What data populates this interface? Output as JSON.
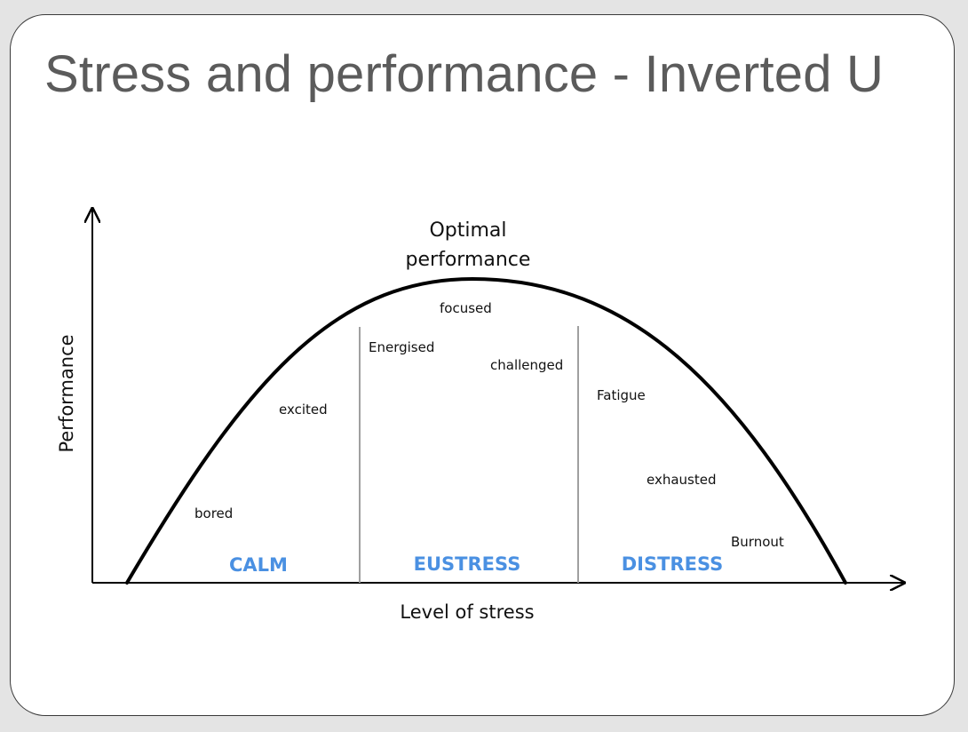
{
  "title": "Stress and performance - Inverted U",
  "diagram": {
    "y_axis_label": "Performance",
    "x_axis_label": "Level of stress",
    "peak_label_line1": "Optimal",
    "peak_label_line2": "performance",
    "zones": [
      "CALM",
      "EUSTRESS",
      "DISTRESS"
    ],
    "words": {
      "bored": "bored",
      "excited": "excited",
      "energised": "Energised",
      "focused": "focused",
      "challenged": "challenged",
      "fatigue": "Fatigue",
      "exhausted": "exhausted",
      "burnout": "Burnout"
    },
    "colors": {
      "zone_label": "#4a90e2",
      "curve": "#000000",
      "divider": "#a0a0a0",
      "title": "#5b5b5b"
    }
  }
}
